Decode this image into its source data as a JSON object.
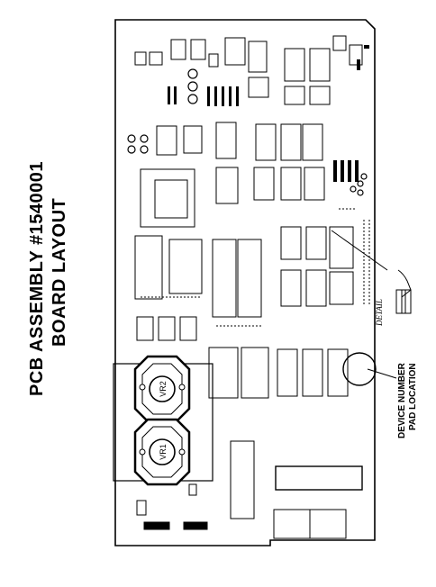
{
  "title": {
    "line1": "PCB ASSEMBLY #1540001",
    "line2": "BOARD LAYOUT"
  },
  "callout": {
    "line1": "DEVICE NUMBER",
    "line2": "PAD LOCATION"
  },
  "detail_label": "DETAIL",
  "regulators": [
    {
      "label": "VR2"
    },
    {
      "label": "VR1"
    }
  ]
}
